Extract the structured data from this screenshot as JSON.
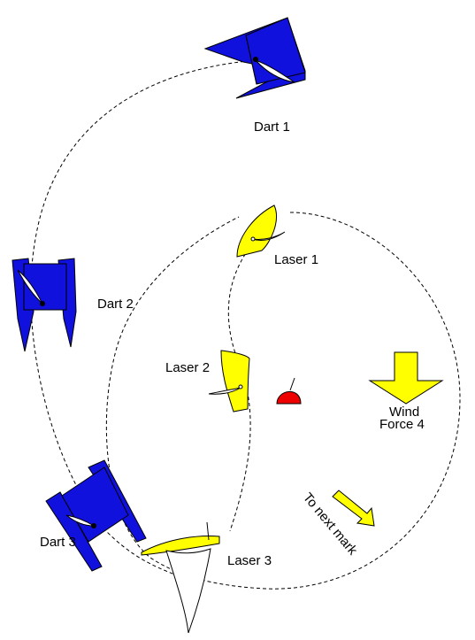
{
  "labels": {
    "dart1": "Dart 1",
    "dart2": "Dart 2",
    "dart3": "Dart 3",
    "laser1": "Laser 1",
    "laser2": "Laser 2",
    "laser3": "Laser 3",
    "wind": "Wind",
    "force": "Force 4",
    "next_mark": "To next mark"
  },
  "colors": {
    "catamaran": "#1111dd",
    "laser": "#ffff00",
    "buoy": "#ee0000",
    "wind_arrow": "#ffff00"
  }
}
